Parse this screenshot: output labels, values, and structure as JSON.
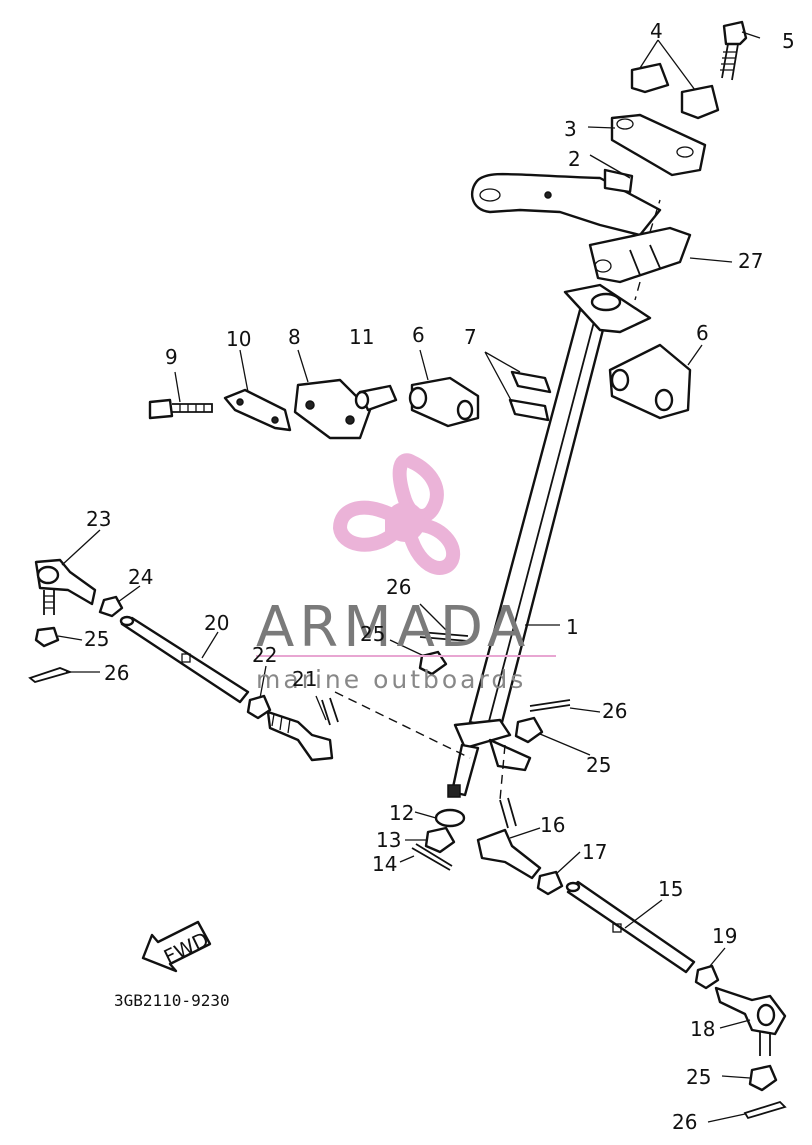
{
  "diagram": {
    "drawing_code": "3GB2110-9230",
    "direction_label": "FWD",
    "callouts": [
      "1",
      "2",
      "3",
      "4",
      "5",
      "6",
      "6",
      "7",
      "8",
      "9",
      "10",
      "11",
      "12",
      "13",
      "14",
      "15",
      "16",
      "17",
      "18",
      "19",
      "20",
      "21",
      "22",
      "23",
      "24",
      "25",
      "25",
      "25",
      "25",
      "26",
      "26",
      "26",
      "26",
      "27"
    ]
  },
  "watermark": {
    "brand": "ARMADA",
    "tagline": "marine outboards",
    "logo_color": "#e8a6d2"
  }
}
